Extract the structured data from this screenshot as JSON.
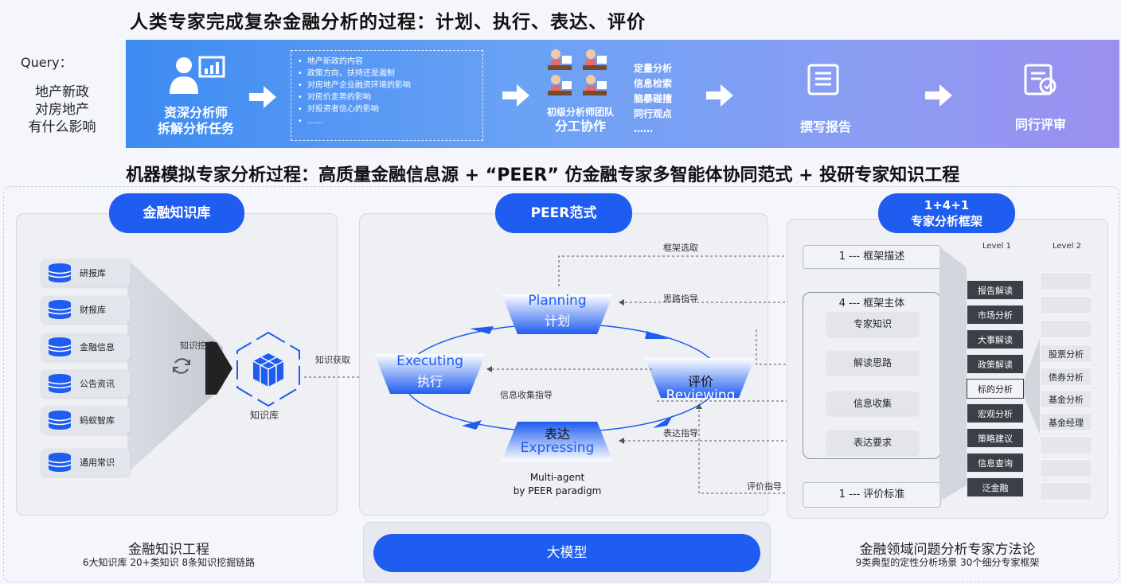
{
  "header": {
    "title_top": "人类专家完成复杂金融分析的过程：计划、执行、表达、评价",
    "query_label": "Query：",
    "query_text": [
      "地产新政",
      "对房地产",
      "有什么影响"
    ],
    "title_mid": "机器模拟专家分析过程：高质量金融信息源 + “PEER” 仿金融专家多智能体协同范式 + 投研专家知识工程"
  },
  "flow": {
    "step1": [
      "资深分析师",
      "拆解分析任务"
    ],
    "tasks": [
      "地产新政的内容",
      "政策方向，扶持还是遏制",
      "对房地产企业融资环境的影响",
      "对房价走势的影响",
      "对投资者信心的影响",
      "……"
    ],
    "step2": [
      "初级分析师团队",
      "分工协作"
    ],
    "skills": [
      "定量分析",
      "信息检索",
      "脑暴碰撞",
      "同行观点",
      "……"
    ],
    "step3": "撰写报告",
    "step4": "同行评审"
  },
  "left_panel": {
    "pill": "金融知识库",
    "databases": [
      "研报库",
      "财报库",
      "金融信息",
      "公告资讯",
      "蚂蚁智库",
      "通用常识"
    ],
    "mining_label": "知识挖掘",
    "kb_label": "知识库",
    "acquire_label": "知识获取",
    "footer_title": "金融知识工程",
    "footer_sub": "6大知识库 20+类知识 8条知识挖掘链路"
  },
  "center_panel": {
    "pill": "PEER范式",
    "planning_en": "Planning",
    "planning_zh": "计划",
    "executing_en": "Executing",
    "executing_zh": "执行",
    "reviewing_zh": "评价",
    "reviewing_en": "Reviewing",
    "expressing_zh": "表达",
    "expressing_en": "Expressing",
    "info_guide": "信息收集指导",
    "caption": [
      "Multi-agent",
      "by PEER paradigm"
    ],
    "llm_label": "大模型"
  },
  "links": {
    "frame_select": "框架选取",
    "idea_guide": "思路指导",
    "express_guide": "表达指导",
    "eval_guide": "评价指导"
  },
  "right_panel": {
    "pill": [
      "1+4+1",
      "专家分析框架"
    ],
    "level1_label": "Level 1",
    "level2_label": "Level 2",
    "frame_desc": "1 --- 框架描述",
    "frame_body": "4 --- 框架主体",
    "body_items": [
      "专家知识",
      "解读思路",
      "信息收集",
      "表达要求"
    ],
    "eval_std": "1 --- 评价标准",
    "level1_items": [
      "报告解读",
      "市场分析",
      "大事解读",
      "政策解读",
      "标的分析",
      "宏观分析",
      "策略建议",
      "信息查询",
      "泛金融"
    ],
    "level2_items": [
      "",
      "",
      "",
      "股票分析",
      "债券分析",
      "基金分析",
      "基金经理",
      "",
      "",
      ""
    ],
    "footer_title": "金融领域问题分析专家方法论",
    "footer_sub": "9类典型的定性分析场景  30个细分专家框架"
  },
  "colors": {
    "accent": "#1f5cf0",
    "band_start": "#3d8bf2",
    "band_end": "#9b8ff0",
    "dark_item": "#3b3f47"
  }
}
